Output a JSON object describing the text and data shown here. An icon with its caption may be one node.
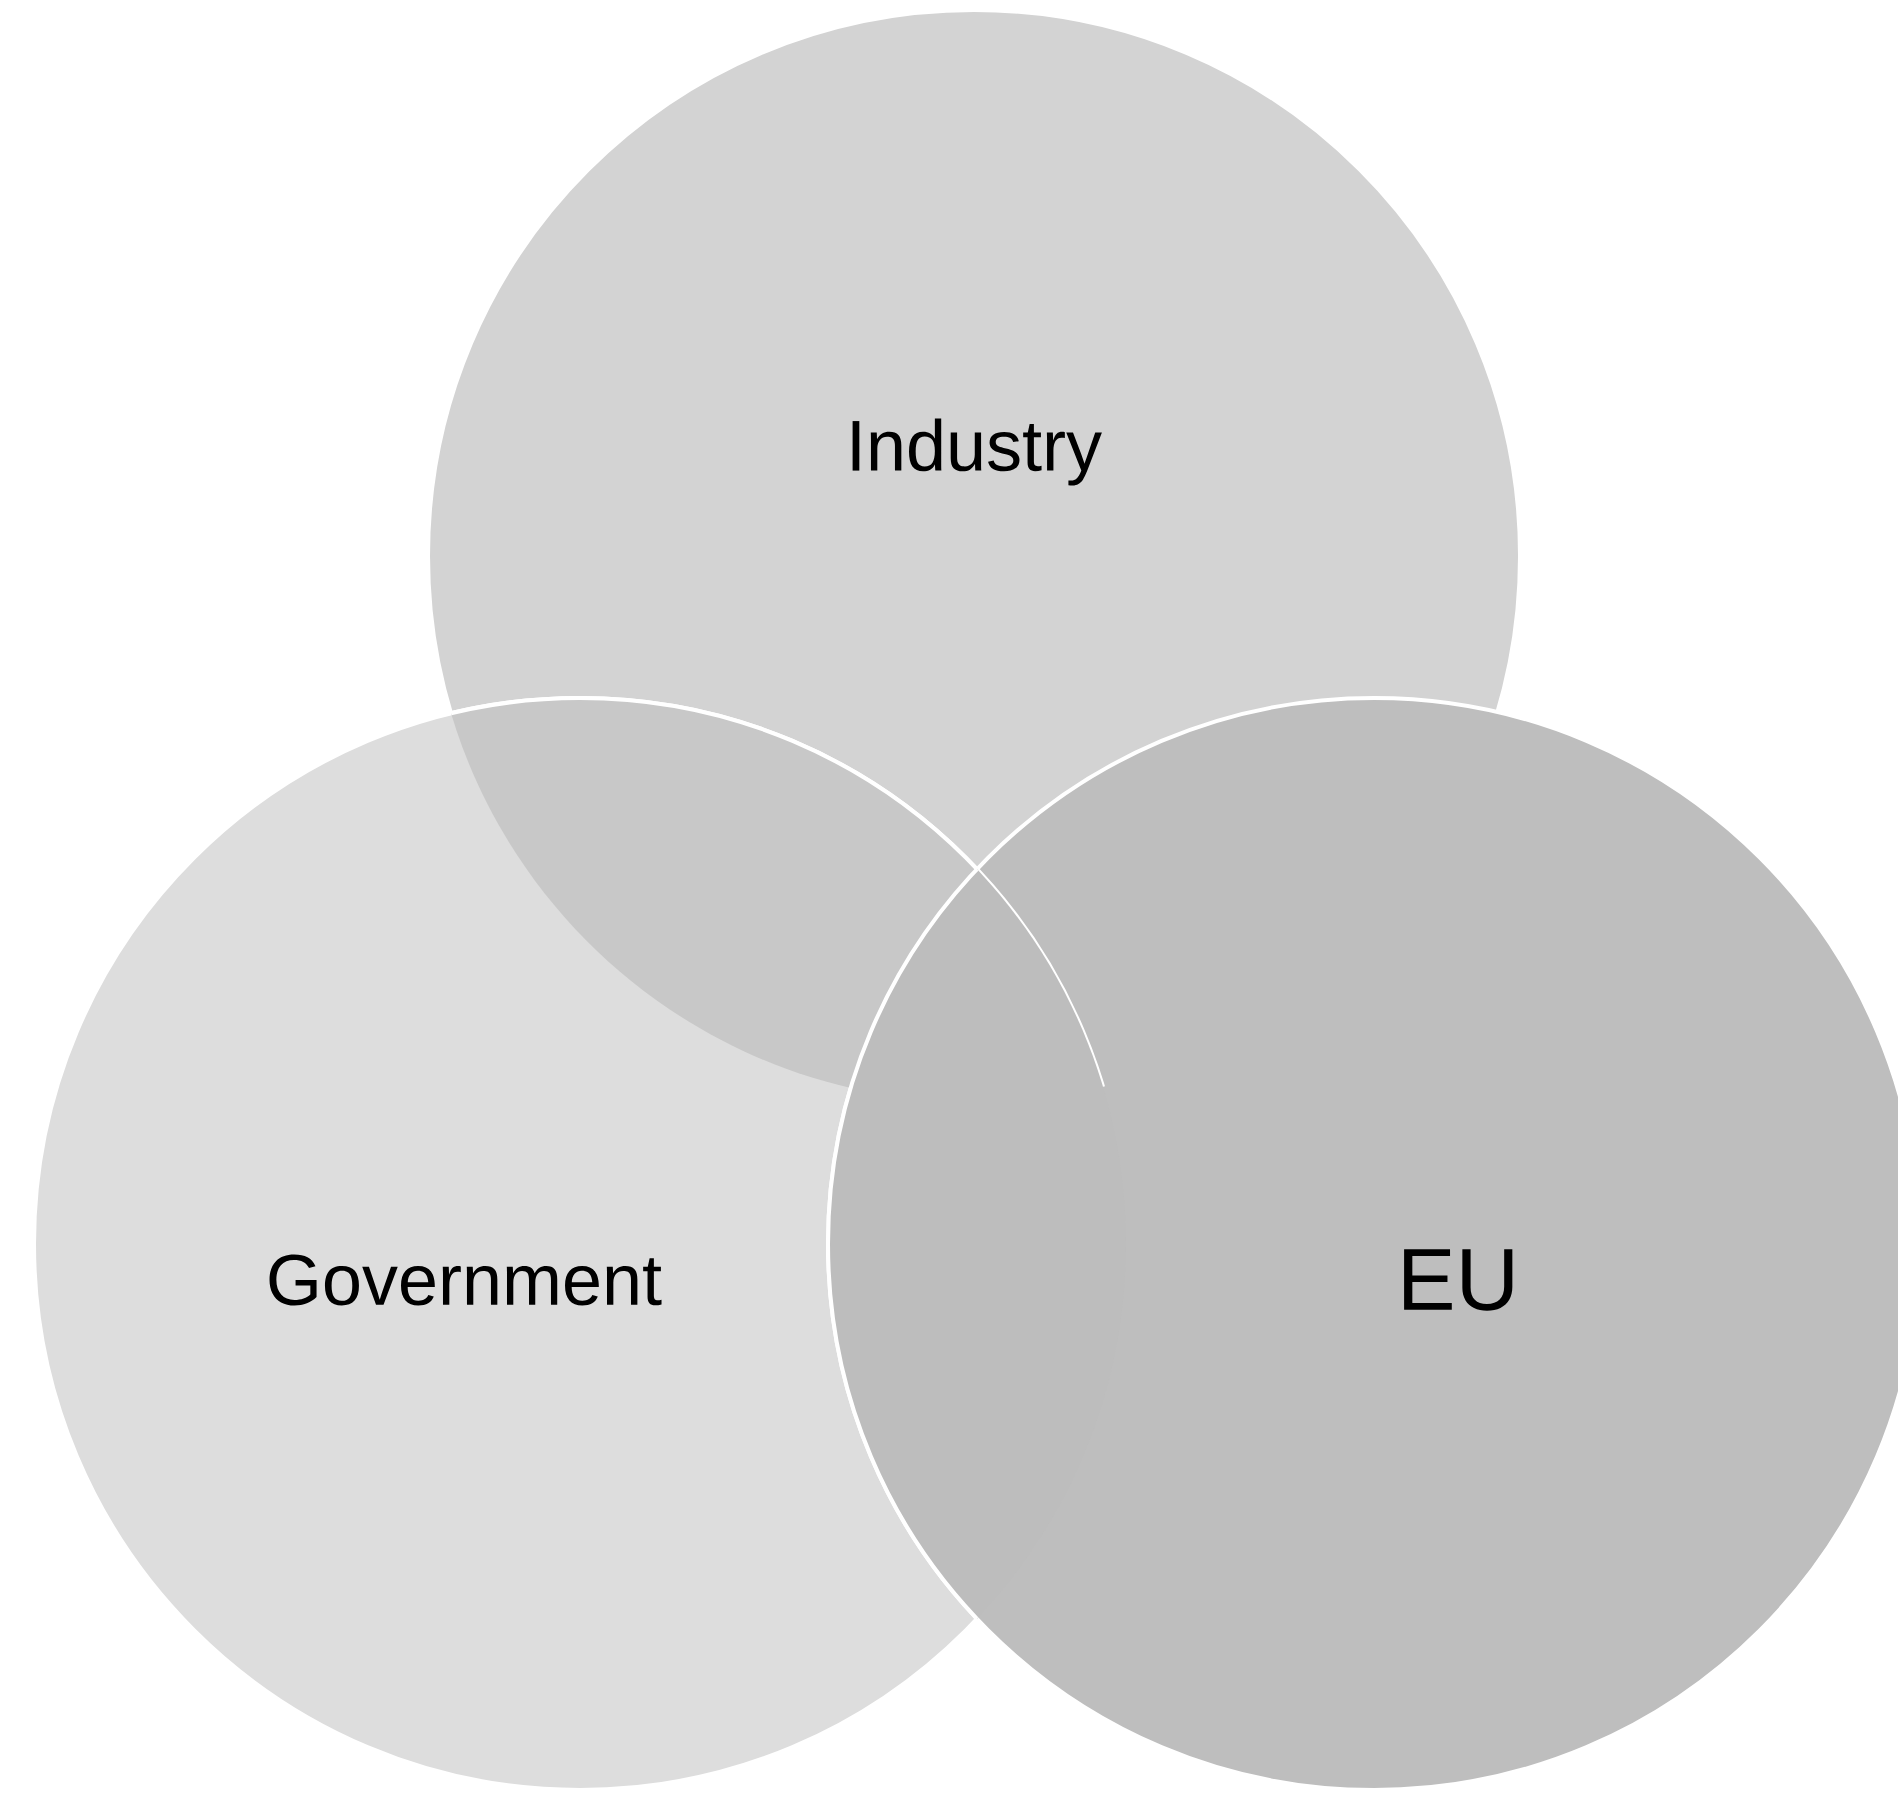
{
  "diagram": {
    "nodes": [
      {
        "text": [
          "Industry"
        ]
      },
      {
        "text": [
          "Government"
        ]
      },
      {
        "text": [
          "EU"
        ]
      }
    ]
  }
}
